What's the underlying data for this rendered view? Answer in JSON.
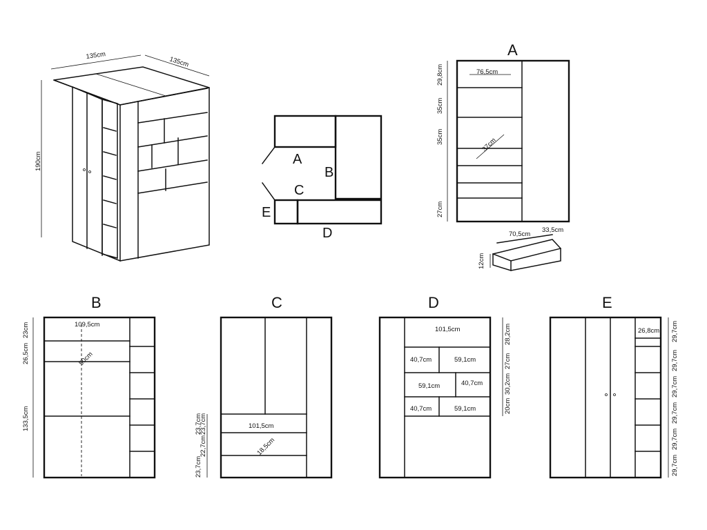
{
  "iso": {
    "width": "135cm",
    "depth": "135cm",
    "height": "190cm"
  },
  "plan": {
    "a": "A",
    "b": "B",
    "c": "C",
    "d": "D",
    "e": "E"
  },
  "elevation_a": {
    "title": "A",
    "shelf_width": "76,5cm",
    "depth": "37cm",
    "dims": [
      "29,8cm",
      "35cm",
      "35cm",
      "27cm"
    ]
  },
  "drawer": {
    "width": "70,5cm",
    "depth": "33,5cm",
    "height": "12cm"
  },
  "elevation_b": {
    "title": "B",
    "width": "109,5cm",
    "depth": "50cm",
    "dims": [
      "23cm",
      "26,5cm",
      "133,5cm"
    ]
  },
  "elevation_c": {
    "title": "C",
    "width": "101,5cm",
    "depth": "18,5cm",
    "dims": [
      "23,7cm",
      "23,7cm",
      "22,7cm",
      "23,7cm"
    ]
  },
  "elevation_d": {
    "title": "D",
    "width": "101,5cm",
    "shelves": [
      "40,7cm",
      "59,1cm",
      "59,1cm",
      "40,7cm",
      "40,7cm",
      "59,1cm"
    ],
    "dims": [
      "28,2cm",
      "27cm",
      "30,2cm",
      "20cm"
    ]
  },
  "elevation_e": {
    "title": "E",
    "shelf_width": "26,8cm",
    "dims": [
      "29,7cm",
      "29,7cm",
      "29,7cm",
      "29,7cm",
      "29,7cm",
      "29,7cm"
    ]
  }
}
